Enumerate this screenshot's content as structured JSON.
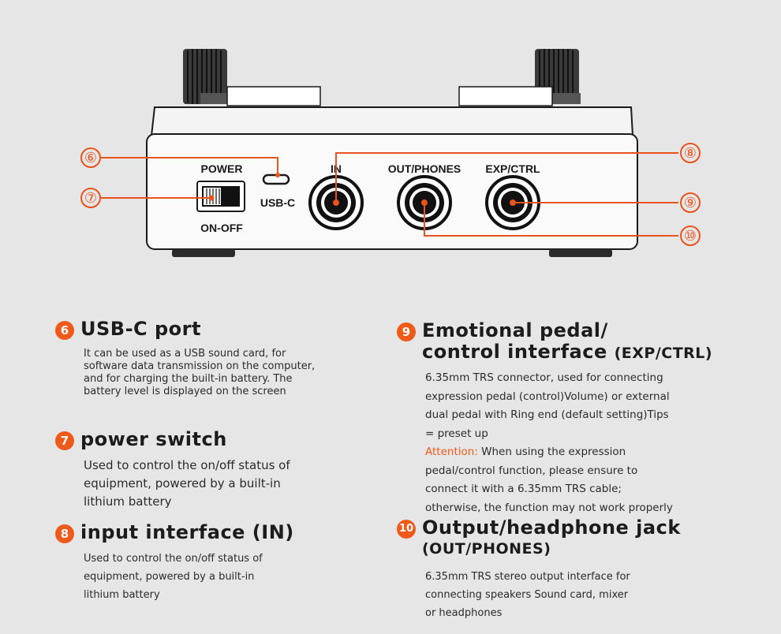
{
  "diagram": {
    "labels": {
      "power": "POWER",
      "on_off": "ON-OFF",
      "usb_c": "USB-C",
      "in": "IN",
      "out_phones": "OUT/PHONES",
      "exp_ctrl": "EXP/CTRL"
    },
    "callouts": [
      "⑥",
      "⑦",
      "⑧",
      "⑨",
      "⑩"
    ]
  },
  "sections": {
    "usb": {
      "num": "6",
      "title": "USB-C port",
      "lines": [
        "It can be used as a USB sound card, for",
        "software data transmission on the computer,",
        "and for charging the built-in battery. The",
        "battery level is displayed on the screen"
      ]
    },
    "power": {
      "num": "7",
      "title": "power switch",
      "lines": [
        "Used to control the on/off status of",
        "equipment, powered by a built-in",
        "lithium battery"
      ]
    },
    "input": {
      "num": "8",
      "title": "input interface (IN)",
      "lines": [
        "Used to control the on/off status of",
        "equipment, powered by a built-in",
        " lithium battery"
      ]
    },
    "exp": {
      "num": "9",
      "title_line1": "Emotional pedal/",
      "title_line2": "control interface",
      "title_suffix": "(EXP/CTRL)",
      "lines": [
        "6.35mm TRS connector, used for connecting",
        "expression pedal (control)Volume) or external",
        "dual pedal with Ring end (default setting)Tips",
        " = preset up"
      ],
      "attention_label": "Attention:",
      "attention_lines": [
        " When using the expression",
        " pedal/control function, please ensure to",
        "connect it with a 6.35mm  TRS cable;",
        "otherwise, the function may not work properly"
      ]
    },
    "output": {
      "num": "10",
      "title_line1": "Output/headphone jack",
      "title_line2": " (OUT/PHONES)",
      "lines": [
        "6.35mm TRS stereo output interface for",
        "connecting  speakers  Sound card, mixer",
        "or headphones"
      ]
    }
  },
  "colors": {
    "accent": "#ef5a1a",
    "background": "#e6e6e6",
    "text": "#1c1c1c"
  }
}
